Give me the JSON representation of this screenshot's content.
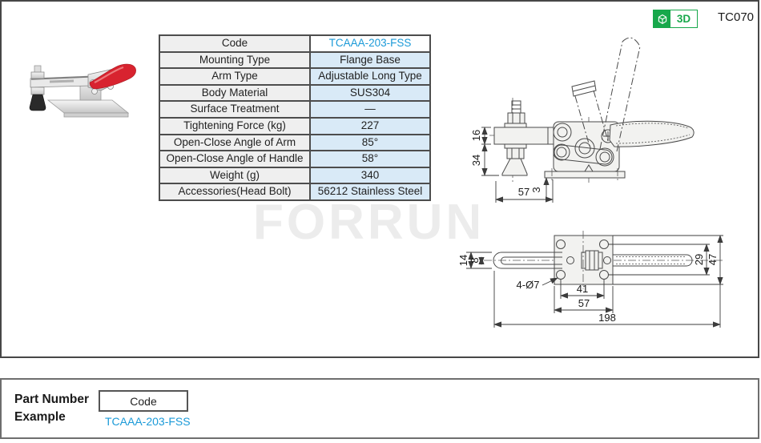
{
  "header": {
    "badge_3d_label": "3D",
    "product_code": "TC070"
  },
  "spec_table": {
    "rows": [
      {
        "label": "Code",
        "value": "TCAAA-203-FSS"
      },
      {
        "label": "Mounting Type",
        "value": "Flange Base"
      },
      {
        "label": "Arm Type",
        "value": "Adjustable Long Type"
      },
      {
        "label": "Body Material",
        "value": "SUS304"
      },
      {
        "label": "Surface Treatment",
        "value": "—"
      },
      {
        "label": "Tightening Force (kg)",
        "value": "227"
      },
      {
        "label": "Open-Close Angle of Arm",
        "value": "85°"
      },
      {
        "label": "Open-Close  Angle of Handle",
        "value": "58°"
      },
      {
        "label": "Weight (g)",
        "value": "340"
      },
      {
        "label": "Accessories(Head Bolt)",
        "value": "56212 Stainless Steel"
      }
    ]
  },
  "watermark_text": "FORRUN",
  "side_view": {
    "dim_16": "16",
    "dim_34": "34",
    "dim_57": "57",
    "dim_3": "3"
  },
  "top_view": {
    "dim_14": "14",
    "dim_8": "8",
    "holes_label": "4-Ø7",
    "dim_41": "41",
    "dim_57": "57",
    "dim_198": "198",
    "dim_29": "29",
    "dim_47": "47"
  },
  "part_number": {
    "label_line1": "Part Number",
    "label_line2": "Example",
    "code_box_label": "Code",
    "example_code": "TCAAA-203-FSS"
  },
  "colors": {
    "accent_blue": "#1b9ad8",
    "badge_green": "#17a84b",
    "table_value_bg": "#d9eaf7",
    "table_label_bg": "#efefef",
    "handle_red": "#d8232f"
  }
}
